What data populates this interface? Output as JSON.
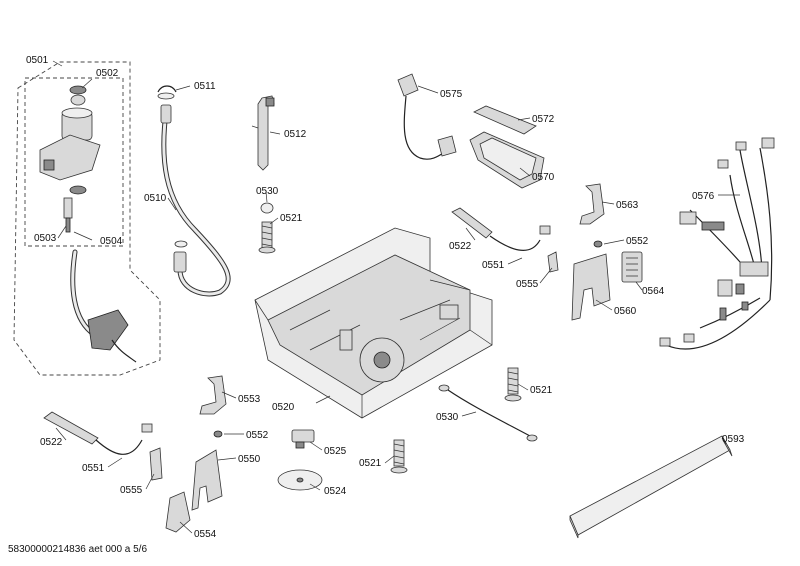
{
  "labels": {
    "p0501": "0501",
    "p0502": "0502",
    "p0503": "0503",
    "p0504": "0504",
    "p0510": "0510",
    "p0511": "0511",
    "p0512": "0512",
    "p0520": "0520",
    "p0521a": "0521",
    "p0521b": "0521",
    "p0521c": "0521",
    "p0522a": "0522",
    "p0522b": "0522",
    "p0524": "0524",
    "p0525": "0525",
    "p0530a": "0530",
    "p0530b": "0530",
    "p0550": "0550",
    "p0551a": "0551",
    "p0551b": "0551",
    "p0552a": "0552",
    "p0552b": "0552",
    "p0553": "0553",
    "p0554": "0554",
    "p0555a": "0555",
    "p0555b": "0555",
    "p0560": "0560",
    "p0563": "0563",
    "p0564": "0564",
    "p0570": "0570",
    "p0572": "0572",
    "p0575": "0575",
    "p0576": "0576",
    "p0593": "0593"
  },
  "footer_text": "58300000214836 aet 000 a 5/6"
}
